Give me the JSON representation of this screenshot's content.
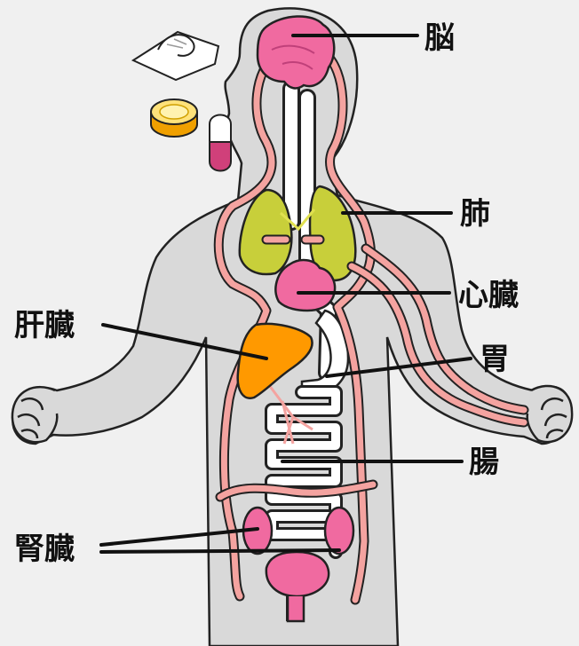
{
  "labels": {
    "brain": "脳",
    "lungs": "肺",
    "heart": "心臓",
    "liver": "肝臓",
    "stomach": "胃",
    "intestine": "腸",
    "kidney": "腎臓"
  },
  "colors": {
    "background": "#f0f0f0",
    "body": "#d9d9d9",
    "brain": "#f06aa0",
    "lungs": "#c8cf3a",
    "heart": "#f06aa0",
    "liver": "#ff9900",
    "vessel": "#f4a3a0",
    "kidney": "#f06aa0",
    "bladder": "#f06aa0",
    "intestine": "#ffffff"
  },
  "icons": [
    "tissue-icon",
    "tablet-icon",
    "capsule-icon"
  ]
}
